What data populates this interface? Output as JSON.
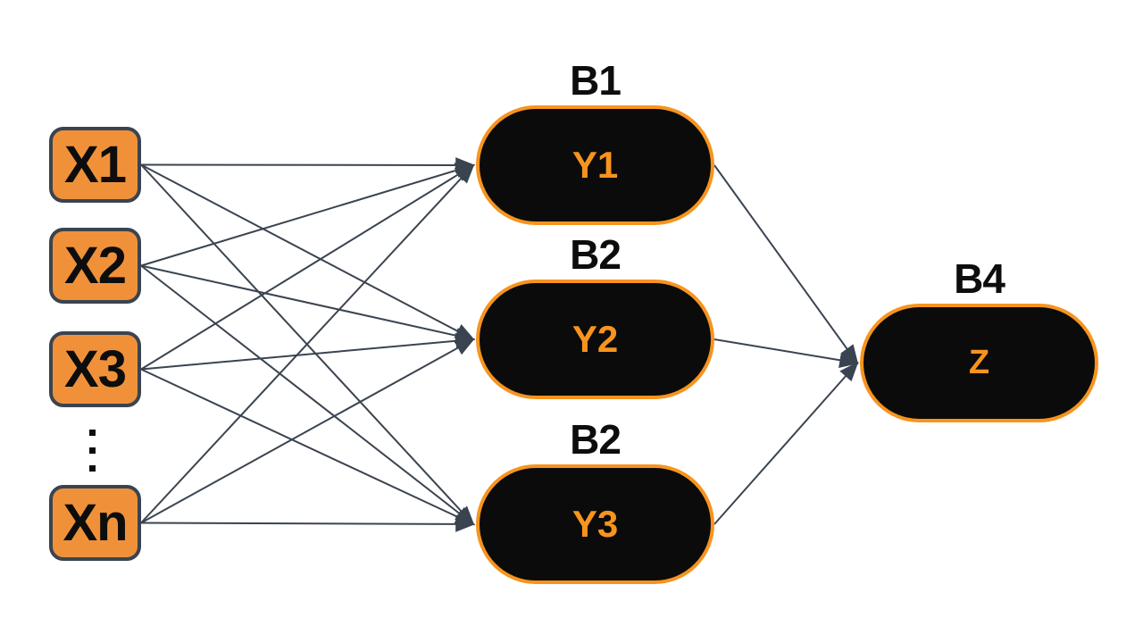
{
  "diagram": {
    "background_color": "#ffffff",
    "colors": {
      "input_fill": "#f0913a",
      "input_border": "#3a4450",
      "pill_fill": "#0b0b0b",
      "pill_border": "#f7941e",
      "pill_label": "#f7941e",
      "edge": "#3a4450",
      "title_text": "#0d0d0d"
    },
    "input_nodes": [
      {
        "id": "x1",
        "label": "X1"
      },
      {
        "id": "x2",
        "label": "X2"
      },
      {
        "id": "x3",
        "label": "X3"
      },
      {
        "id": "xn",
        "label": "Xn"
      }
    ],
    "ellipsis_symbol": "⋮",
    "hidden_nodes": [
      {
        "id": "y1",
        "title": "B1",
        "label": "Y1"
      },
      {
        "id": "y2",
        "title": "B2",
        "label": "Y2"
      },
      {
        "id": "y3",
        "title": "B2",
        "label": "Y3"
      }
    ],
    "output_node": {
      "id": "z",
      "title": "B4",
      "label": "Z"
    },
    "edges": [
      {
        "from": "x1",
        "to": "y1"
      },
      {
        "from": "x1",
        "to": "y2"
      },
      {
        "from": "x1",
        "to": "y3"
      },
      {
        "from": "x2",
        "to": "y1"
      },
      {
        "from": "x2",
        "to": "y2"
      },
      {
        "from": "x2",
        "to": "y3"
      },
      {
        "from": "x3",
        "to": "y1"
      },
      {
        "from": "x3",
        "to": "y2"
      },
      {
        "from": "x3",
        "to": "y3"
      },
      {
        "from": "xn",
        "to": "y1"
      },
      {
        "from": "xn",
        "to": "y2"
      },
      {
        "from": "xn",
        "to": "y3"
      },
      {
        "from": "y1",
        "to": "z"
      },
      {
        "from": "y2",
        "to": "z"
      },
      {
        "from": "y3",
        "to": "z"
      }
    ]
  }
}
